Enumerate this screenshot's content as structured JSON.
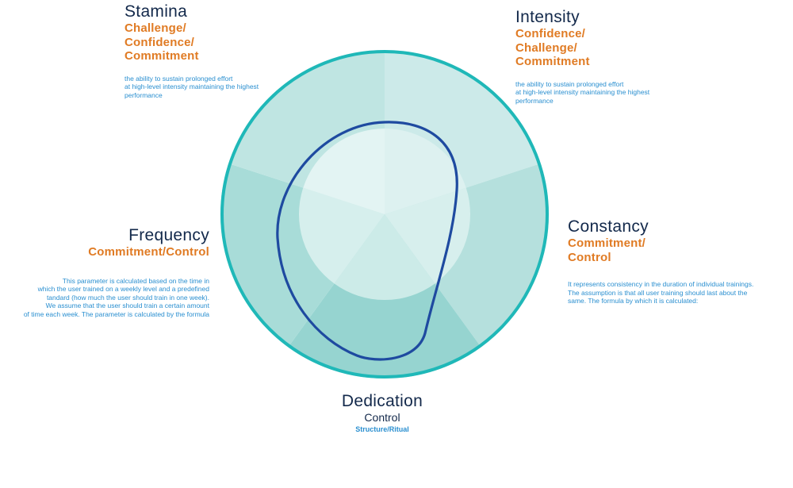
{
  "colors": {
    "ring": "#1fb8b8",
    "curve": "#1e4aa0",
    "title": "#13294b",
    "subtitle": "#e07b24",
    "description": "#2a8fd0"
  },
  "sections": {
    "stamina": {
      "title": "Stamina",
      "subtitle_lines": [
        "Challenge/",
        "Confidence/",
        "Commitment"
      ],
      "description_lines": [
        "the ability to sustain prolonged effort",
        "at high-level intensity maintaining the highest",
        "performance"
      ]
    },
    "intensity": {
      "title": "Intensity",
      "subtitle_lines": [
        "Confidence/",
        "Challenge/",
        "Commitment"
      ],
      "description_lines": [
        "the ability to sustain prolonged effort",
        "at high-level intensity maintaining the highest",
        "performance"
      ]
    },
    "constancy": {
      "title": "Constancy",
      "subtitle_lines": [
        "Commitment/",
        "Control"
      ],
      "description_lines": [
        "It represents consistency in the duration of individual trainings.",
        "The assumption is that all user training should last about the",
        "same. The formula by which it is calculated:"
      ]
    },
    "frequency": {
      "title": "Frequency",
      "subtitle_lines": [
        "Commitment/Control"
      ],
      "description_lines": [
        "This parameter is calculated based on the time in",
        "which the user trained on a weekly level and a predefined",
        "tandard (how much the user should train in one week).",
        "We assume that the user should train a certain amount",
        "of time each week. The parameter is calculated by the formula"
      ]
    },
    "dedication": {
      "title": "Dedication",
      "subtitle": "Control",
      "tagline": "Structure/Ritual"
    }
  }
}
